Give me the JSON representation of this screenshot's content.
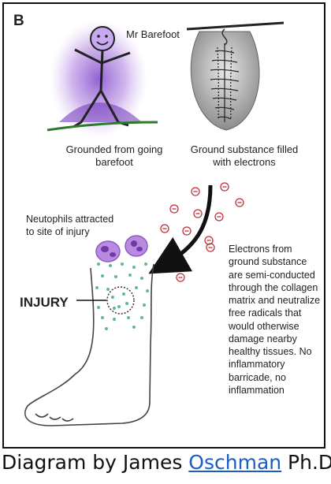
{
  "panel_letter": "B",
  "mr_barefoot": "Mr Barefoot",
  "grounded_label": "Grounded from going barefoot",
  "ground_substance_label": "Ground substance filled with electrons",
  "neutrophils_label": "Neutophils attracted to site of injury",
  "injury_label": "INJURY",
  "electrons_text": "Electrons from ground substance are semi-conducted through the collagen matrix and neutralize free radicals that would otherwise damage nearby healthy tissues. No inflammatory barricade, no inflammation",
  "electron_symbol": "⊖",
  "caption": {
    "prefix": "Diagram by James ",
    "link": "Oschman",
    "suffix": " Ph.D."
  },
  "colors": {
    "glow": "#8a4fd0",
    "electron": "#c0303a",
    "neutrophil": "#b98ae0",
    "dots": "#5fb89a",
    "link": "#1a5cc8"
  }
}
